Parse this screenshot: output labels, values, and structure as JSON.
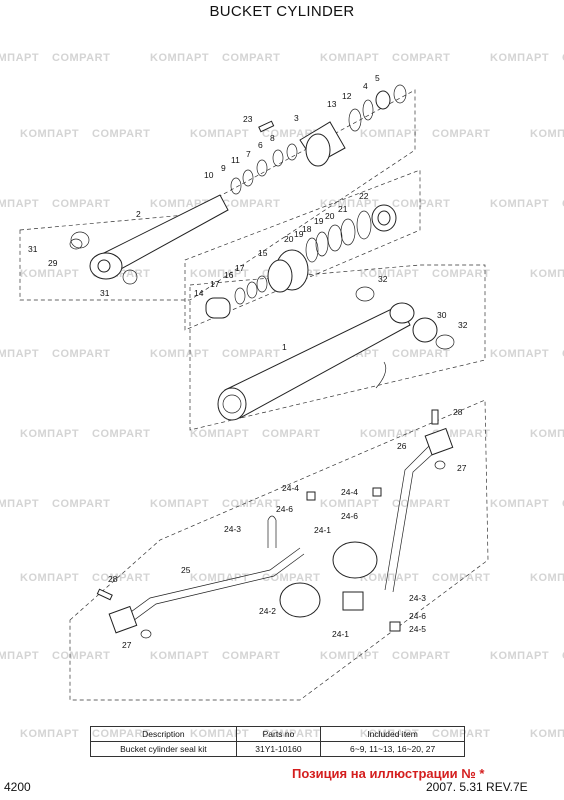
{
  "title": "BUCKET CYLINDER",
  "watermarks": [
    "KOMПAPT",
    "COMPART"
  ],
  "callouts": [
    "1",
    "2",
    "3",
    "4",
    "5",
    "6",
    "7",
    "8",
    "9",
    "10",
    "11",
    "12",
    "13",
    "14",
    "15",
    "16",
    "17",
    "17",
    "18",
    "19",
    "19",
    "20",
    "20",
    "21",
    "22",
    "23",
    "24-1",
    "24-1",
    "24-2",
    "24-3",
    "24-3",
    "24-4",
    "24-4",
    "24-5",
    "24-6",
    "24-6",
    "24-6",
    "25",
    "26",
    "27",
    "27",
    "28",
    "28",
    "29",
    "30",
    "31",
    "31",
    "32",
    "32"
  ],
  "table": {
    "headers": [
      "Description",
      "Parts no",
      "Included item"
    ],
    "rows": [
      [
        "Bucket cylinder seal kit",
        "31Y1-10160",
        "6~9, 11~13, 16~20, 27"
      ]
    ]
  },
  "footer": {
    "page_number": "4200",
    "position_note": "Позиция на иллюстрации № *",
    "revision": "2007. 5.31  REV.7E"
  }
}
